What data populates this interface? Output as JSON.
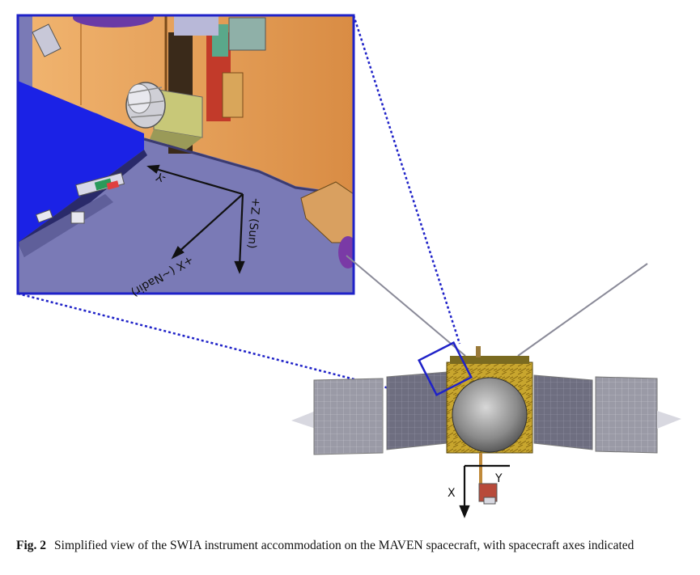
{
  "figure": {
    "inset_axes": {
      "minus_y": "-Y",
      "plus_x": "+X (~Nadir)",
      "plus_z": "+Z (Sun)"
    },
    "spacecraft_axes": {
      "x": "X",
      "y": "Y"
    }
  },
  "caption": {
    "label": "Fig. 2",
    "text": "Simplified view of the SWIA instrument accommodation on the MAVEN spacecraft, with spacecraft axes indicated"
  },
  "colors": {
    "inset_border": "#1f22c8",
    "deck": "#7878b4",
    "blue_panel": "#1b22e6",
    "orange_wall": "#e9a15a",
    "gold_bus": "#c8a62e"
  }
}
